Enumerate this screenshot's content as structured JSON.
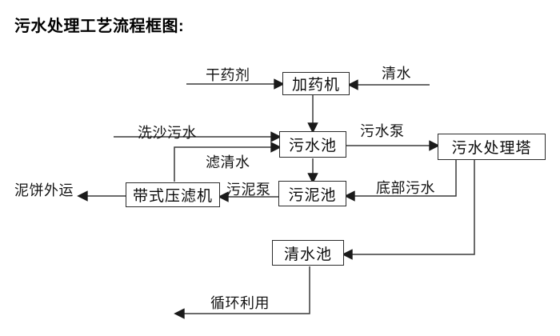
{
  "title": "污水处理工艺流程框图:",
  "diagram": {
    "nodes": {
      "dosing_machine": "加药机",
      "sewage_pool": "污水池",
      "treatment_tower": "污水处理塔",
      "belt_filter_press": "带式压滤机",
      "sludge_pool": "污泥池",
      "clean_water_pool": "清水池"
    },
    "flow_labels": {
      "dry_chemical": "干药剂",
      "clean_water": "清水",
      "sand_washing_sewage": "洗沙污水",
      "sewage_pump": "污水泵",
      "filtered_water": "滤清水",
      "bottom_sewage": "底部污水",
      "sludge_pump": "污泥泵",
      "mud_cake_out": "泥饼外运",
      "recycle": "循环利用"
    },
    "colors": {
      "background": "#ffffff",
      "line": "#3a3a3a",
      "box_border": "#2b2b2b",
      "text": "#000000"
    }
  }
}
